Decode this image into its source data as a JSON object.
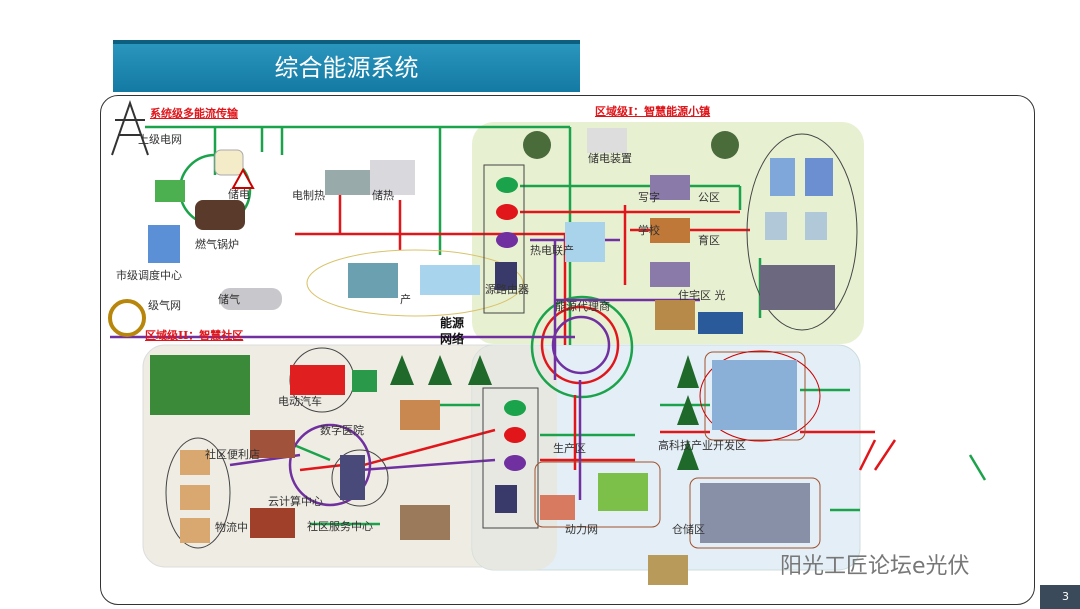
{
  "title": "综合能源系统",
  "sections": {
    "system_level": "系统级多能流传输",
    "region_1": "区域级I：智慧能源小镇",
    "region_2": "区域级II：智慧社区",
    "network": [
      "能源",
      "网络"
    ]
  },
  "labels": {
    "upper_grid": "上级电网",
    "storage_elec": "储电",
    "electric_heating": "电制热",
    "storage_heat": "储热",
    "gas_boiler": "燃气锅炉",
    "city_dispatch": "市级调度中心",
    "upper_gas": "级气网",
    "storage_gas": "储气",
    "production": "产",
    "energy_router": "源路由器",
    "storage_device": "储电装置",
    "office": "写字",
    "office_area": "公区",
    "school": "学校",
    "school_area": "育区",
    "chp": "热电联产",
    "residential": "住宅区 光",
    "energy_agent": "能源代理商",
    "ev": "电动汽车",
    "hospital": "数字医院",
    "store": "社区便利店",
    "cloud": "云计算中心",
    "logistics": "物流中",
    "service_center": "社区服务中心",
    "production_area": "生产区",
    "hitech": "高科技产业开发区",
    "warehouse": "仓储区",
    "power_station": "动力网"
  },
  "watermark": "阳光工匠论坛e光伏",
  "page_number": "3",
  "colors": {
    "electric": "#1aa34a",
    "heat": "#e0161b",
    "gas": "#7030a0",
    "title": "#1a86ae"
  }
}
